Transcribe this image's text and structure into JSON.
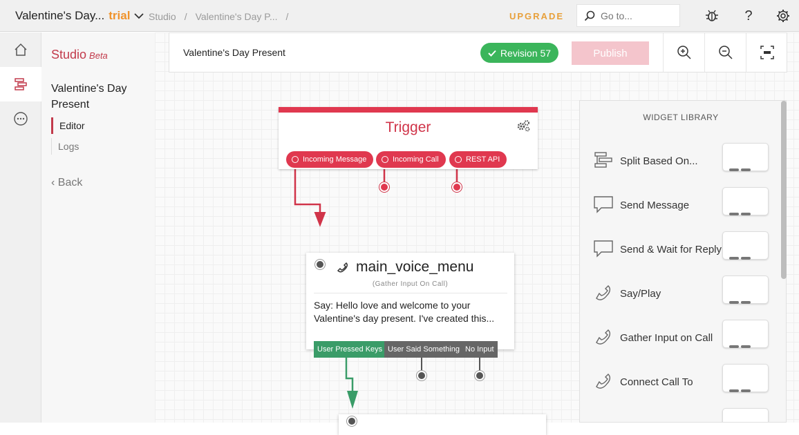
{
  "topbar": {
    "project_name": "Valentine's Day...",
    "trial_label": "trial",
    "breadcrumbs": [
      "Studio",
      "/",
      "Valentine's Day P...",
      "/"
    ],
    "upgrade_label": "UPGRADE",
    "search_placeholder": "Go to...",
    "help_label": "?"
  },
  "sidebar": {
    "studio_label": "Studio",
    "beta_label": "Beta",
    "flow_name": "Valentine's Day Present",
    "nav": [
      "Editor",
      "Logs"
    ],
    "back_label": "Back"
  },
  "toolbar": {
    "title": "Valentine's Day Present",
    "revision_label": "Revision 57",
    "publish_label": "Publish"
  },
  "trigger": {
    "title": "Trigger",
    "pills": [
      "Incoming Message",
      "Incoming Call",
      "REST API"
    ]
  },
  "node": {
    "title": "main_voice_menu",
    "subtitle": "(Gather Input On Call)",
    "body": "Say: Hello love and welcome to your Valentine's day present. I've created this...",
    "outputs": [
      "User Pressed Keys",
      "User Said Something",
      "No Input"
    ]
  },
  "library": {
    "title": "WIDGET LIBRARY",
    "items": [
      {
        "label": "Split Based On...",
        "icon": "split-icon"
      },
      {
        "label": "Send Message",
        "icon": "message-icon"
      },
      {
        "label": "Send & Wait for Reply",
        "icon": "message-icon"
      },
      {
        "label": "Say/Play",
        "icon": "phone-icon"
      },
      {
        "label": "Gather Input on Call",
        "icon": "phone-icon"
      },
      {
        "label": "Connect Call To",
        "icon": "phone-icon"
      }
    ]
  },
  "colors": {
    "accent_red": "#e0384f",
    "revision_green": "#3bb55b",
    "upgrade_orange": "#e8a03a",
    "output_green": "#3a9c68",
    "output_gray": "#666666"
  }
}
